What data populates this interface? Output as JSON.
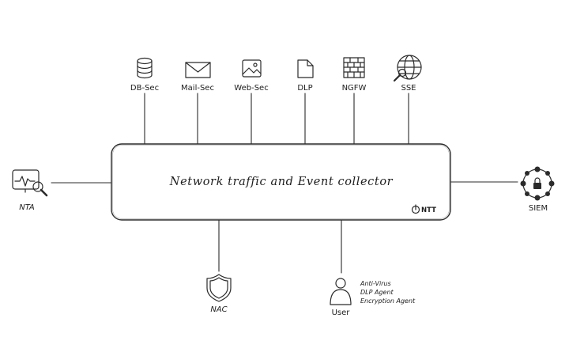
{
  "hub": {
    "title": "Network traffic and Event collector",
    "brand": "NTT"
  },
  "top_nodes": [
    {
      "id": "db-sec",
      "label": "DB-Sec",
      "icon": "database-icon"
    },
    {
      "id": "mail-sec",
      "label": "Mail-Sec",
      "icon": "envelope-icon"
    },
    {
      "id": "web-sec",
      "label": "Web-Sec",
      "icon": "image-icon"
    },
    {
      "id": "dlp",
      "label": "DLP",
      "icon": "document-icon"
    },
    {
      "id": "ngfw",
      "label": "NGFW",
      "icon": "firewall-icon"
    },
    {
      "id": "sse",
      "label": "SSE",
      "icon": "globe-search-icon"
    }
  ],
  "left_node": {
    "label": "NTA",
    "icon": "monitor-search-icon"
  },
  "right_node": {
    "label": "SIEM",
    "icon": "network-lock-icon"
  },
  "bottom_nodes": {
    "nac": {
      "label": "NAC",
      "icon": "shield-icon"
    },
    "user": {
      "label": "User",
      "icon": "user-icon",
      "agents": [
        "Anti-Virus",
        "DLP Agent",
        "Encryption Agent"
      ]
    }
  }
}
